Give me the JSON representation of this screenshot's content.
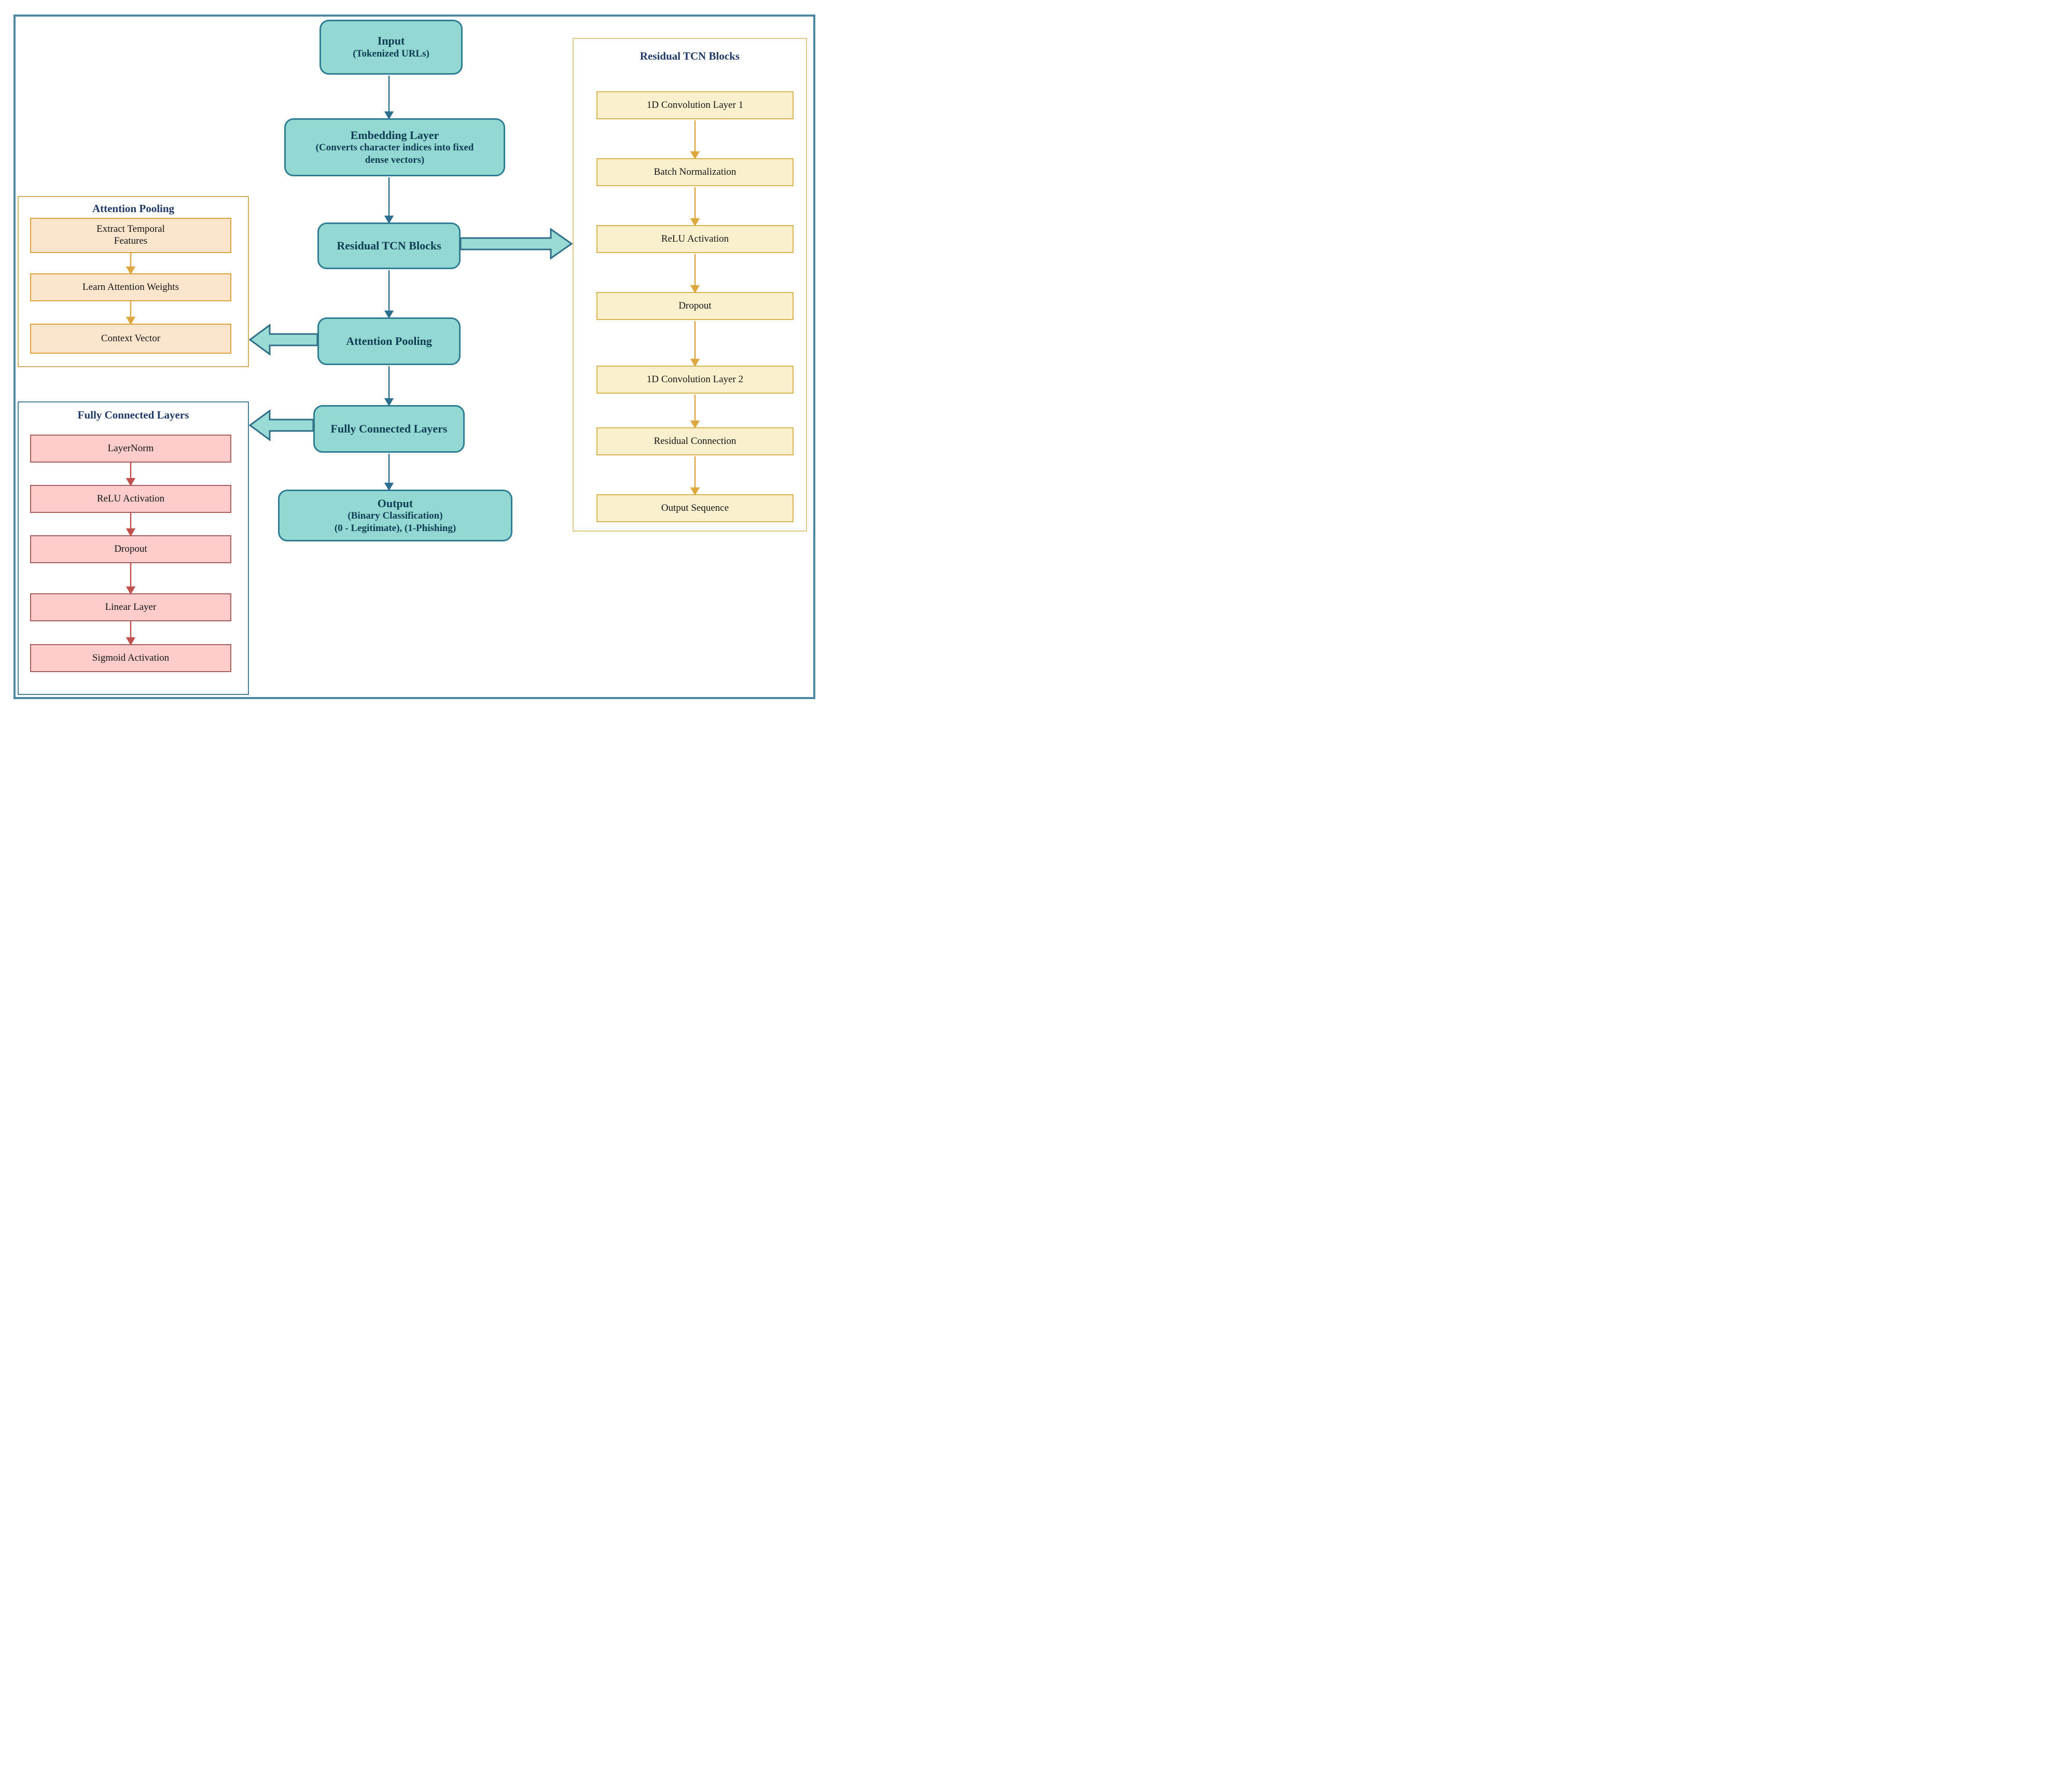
{
  "flow": {
    "nodes": [
      {
        "id": "input",
        "title": "Input",
        "subtitle": "(Tokenized URLs)"
      },
      {
        "id": "embedding",
        "title": "Embedding Layer",
        "subtitle": "(Converts character indices into fixed\ndense vectors)"
      },
      {
        "id": "residual-tcn",
        "title": "Residual TCN Blocks",
        "subtitle": ""
      },
      {
        "id": "attention-pooling",
        "title": "Attention Pooling",
        "subtitle": ""
      },
      {
        "id": "fully-connected",
        "title": "Fully Connected Layers",
        "subtitle": ""
      },
      {
        "id": "output",
        "title": "Output",
        "subtitle": "(Binary Classification)\n(0 - Legitimate), (1-Phishing)"
      }
    ]
  },
  "panels": {
    "attention": {
      "title": "Attention Pooling",
      "steps": [
        "Extract Temporal\nFeatures",
        "Learn Attention Weights",
        "Context Vector"
      ]
    },
    "fully_connected": {
      "title": "Fully Connected Layers",
      "steps": [
        "LayerNorm",
        "ReLU Activation",
        "Dropout",
        "Linear Layer",
        "Sigmoid Activation"
      ]
    },
    "residual_tcn": {
      "title": "Residual TCN Blocks",
      "steps": [
        "1D Convolution Layer 1",
        "Batch Normalization",
        "ReLU Activation",
        "Dropout",
        "1D Convolution Layer 2",
        "Residual Connection",
        "Output Sequence"
      ]
    }
  },
  "colors": {
    "outer_border": "#4d87a0",
    "teal_node_fill": "#93d8d3",
    "teal_node_border": "#2e7d92",
    "teal_node_text": "#0e3c52",
    "panel_title_text": "#1f3864",
    "attention_panel_border": "#d2ae5e",
    "residual_panel_border": "#ddc887",
    "fully_connected_panel_border": "#4a7f99",
    "peach_fill": "#fce5cd",
    "peach_border": "#dba43e",
    "pink_fill": "#fdcccb",
    "pink_border": "#a85f5f",
    "yellow_fill": "#fbf0cd",
    "yellow_border": "#d9b552",
    "flow_arrow": "#2e6e8e",
    "gold_arrow": "#dca73e",
    "red_arrow": "#c0504d",
    "block_arrow_fill": "#9adbd6",
    "block_arrow_border": "#2e6e87"
  }
}
